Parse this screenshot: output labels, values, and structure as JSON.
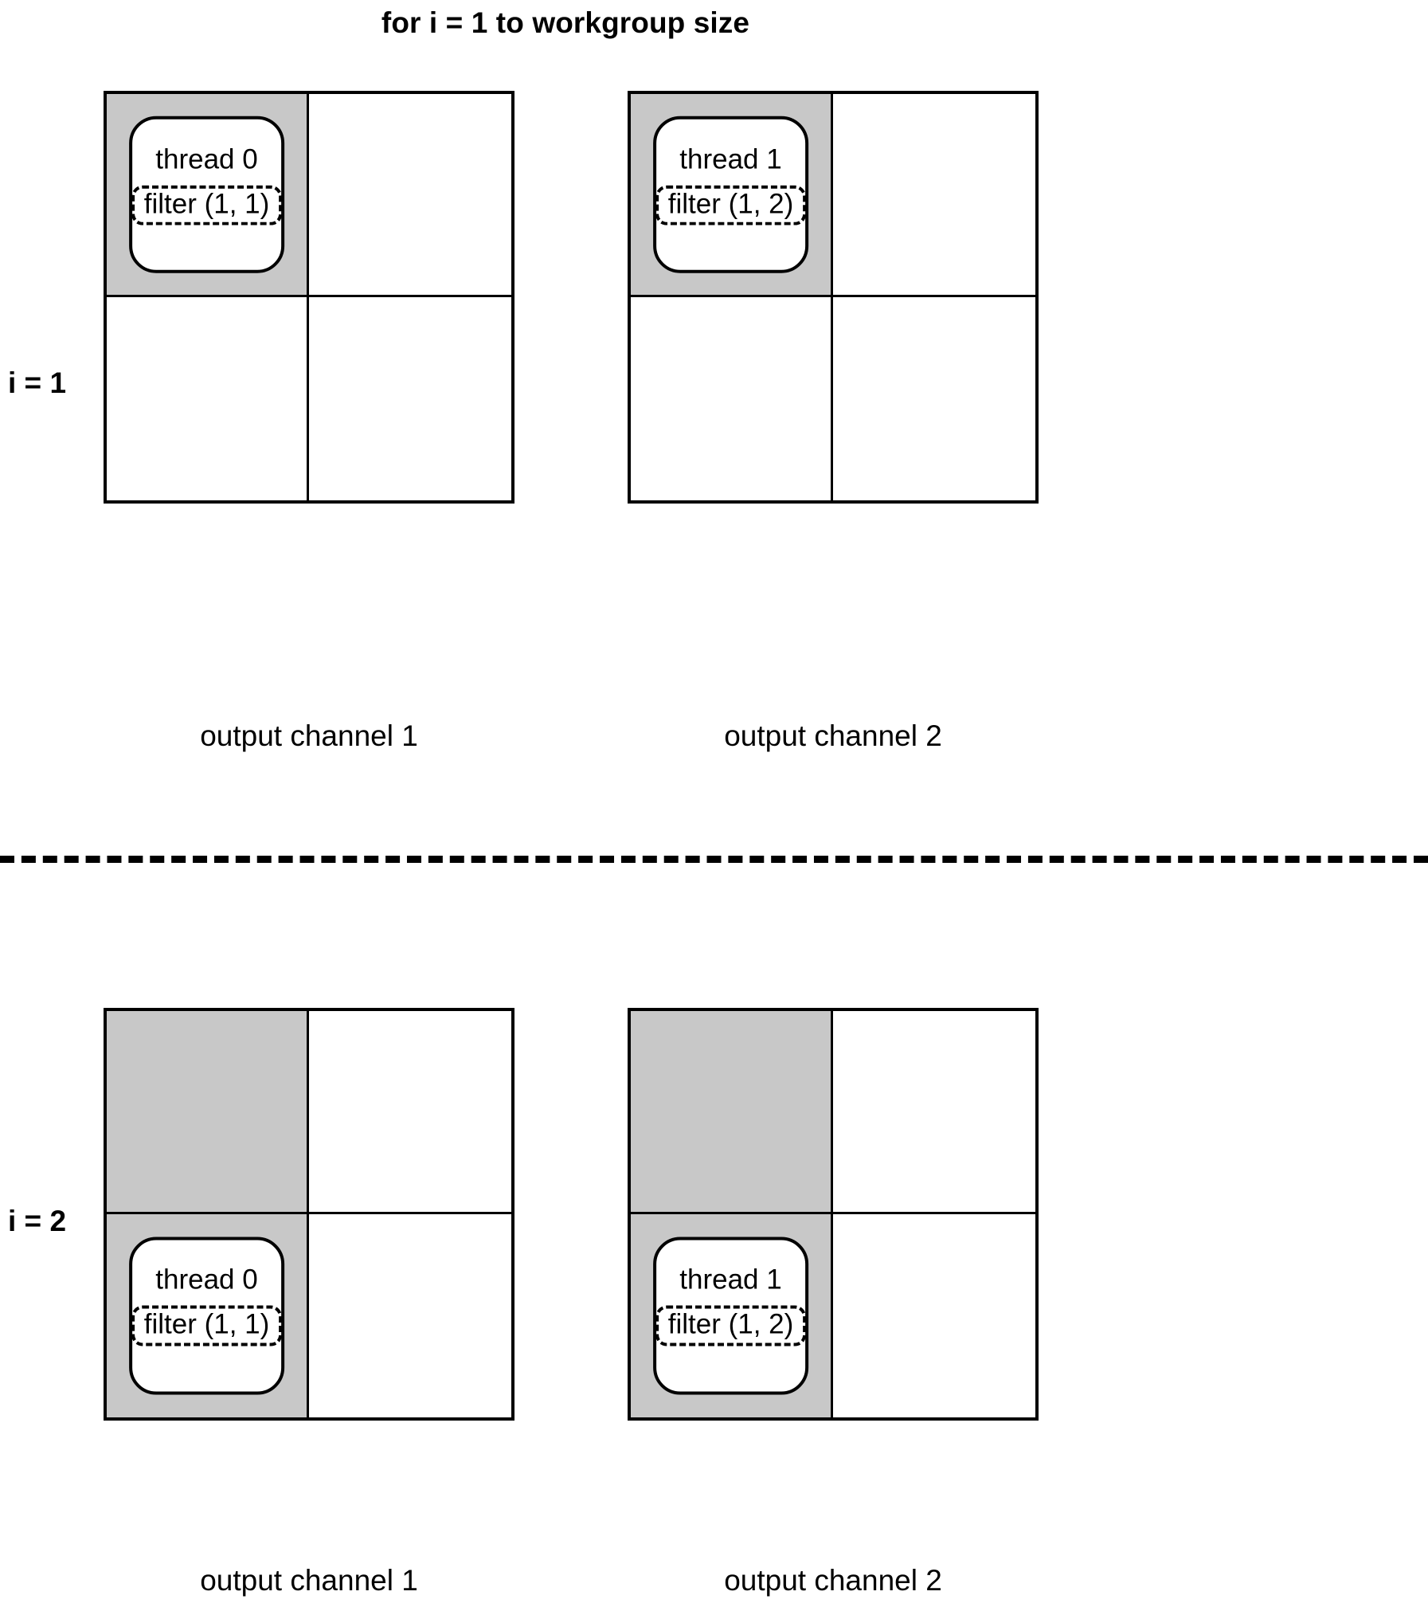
{
  "diagram": {
    "title": "for i = 1 to workgroup size",
    "shade_color": "#c8c8c8",
    "line_color": "#000000",
    "background": "#ffffff",
    "sections": [
      {
        "iteration_label": "i = 1",
        "panels": [
          {
            "caption": "output channel 1",
            "grid": {
              "rows": 2,
              "cols": 2
            },
            "shaded_cells": [
              "r0c0"
            ],
            "thread": {
              "cell": "r0c0",
              "thread_label": "thread 0",
              "filter_label": "filter (1, 1)"
            }
          },
          {
            "caption": "output channel 2",
            "grid": {
              "rows": 2,
              "cols": 2
            },
            "shaded_cells": [
              "r0c0"
            ],
            "thread": {
              "cell": "r0c0",
              "thread_label": "thread 1",
              "filter_label": "filter (1, 2)"
            }
          }
        ]
      },
      {
        "iteration_label": "i = 2",
        "panels": [
          {
            "caption": "output channel 1",
            "grid": {
              "rows": 2,
              "cols": 2
            },
            "shaded_cells": [
              "r0c0",
              "r1c0"
            ],
            "thread": {
              "cell": "r1c0",
              "thread_label": "thread 0",
              "filter_label": "filter (1, 1)"
            }
          },
          {
            "caption": "output channel 2",
            "grid": {
              "rows": 2,
              "cols": 2
            },
            "shaded_cells": [
              "r0c0",
              "r1c0"
            ],
            "thread": {
              "cell": "r1c0",
              "thread_label": "thread 1",
              "filter_label": "filter (1, 2)"
            }
          }
        ]
      }
    ]
  }
}
